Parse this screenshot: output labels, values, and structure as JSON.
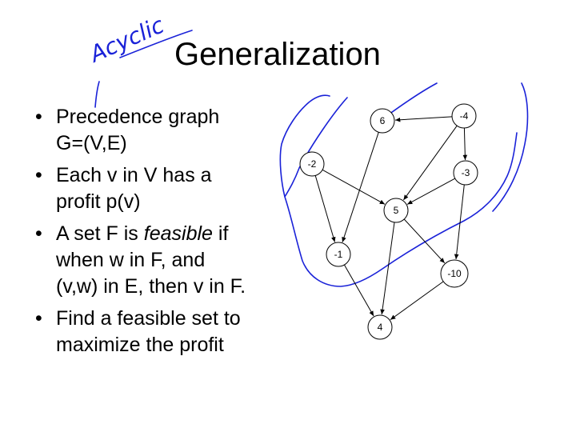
{
  "slide": {
    "title": "Generalization",
    "annotation": "Acyclic",
    "bullets": [
      {
        "lines": [
          "Precedence graph",
          "G=(V,E)"
        ]
      },
      {
        "lines": [
          "Each v in V has a",
          "profit p(v)"
        ]
      },
      {
        "pre": "A set F is ",
        "em": "feasible",
        "post": " if",
        "lines": [
          "when w in F, and",
          "(v,w) in E, then v in F."
        ]
      },
      {
        "lines": [
          "Find a feasible set to",
          "maximize the profit"
        ]
      }
    ]
  },
  "graph": {
    "nodes": [
      {
        "id": "n6",
        "label": "6"
      },
      {
        "id": "nm4",
        "label": "-4"
      },
      {
        "id": "nm2",
        "label": "-2"
      },
      {
        "id": "nm3",
        "label": "-3"
      },
      {
        "id": "n5",
        "label": "5"
      },
      {
        "id": "nm1",
        "label": "-1"
      },
      {
        "id": "nm10",
        "label": "-10"
      },
      {
        "id": "n4",
        "label": "4"
      }
    ],
    "edges": [
      {
        "from": "nm4",
        "to": "n6"
      },
      {
        "from": "nm4",
        "to": "nm3"
      },
      {
        "from": "nm4",
        "to": "n5"
      },
      {
        "from": "nm3",
        "to": "n5"
      },
      {
        "from": "nm3",
        "to": "nm10"
      },
      {
        "from": "nm2",
        "to": "n5"
      },
      {
        "from": "nm2",
        "to": "nm1"
      },
      {
        "from": "n6",
        "to": "nm1"
      },
      {
        "from": "n5",
        "to": "nm10"
      },
      {
        "from": "n5",
        "to": "n4"
      },
      {
        "from": "nm1",
        "to": "n4"
      },
      {
        "from": "nm10",
        "to": "n4"
      }
    ]
  },
  "colors": {
    "ink": "#1a22d8"
  }
}
